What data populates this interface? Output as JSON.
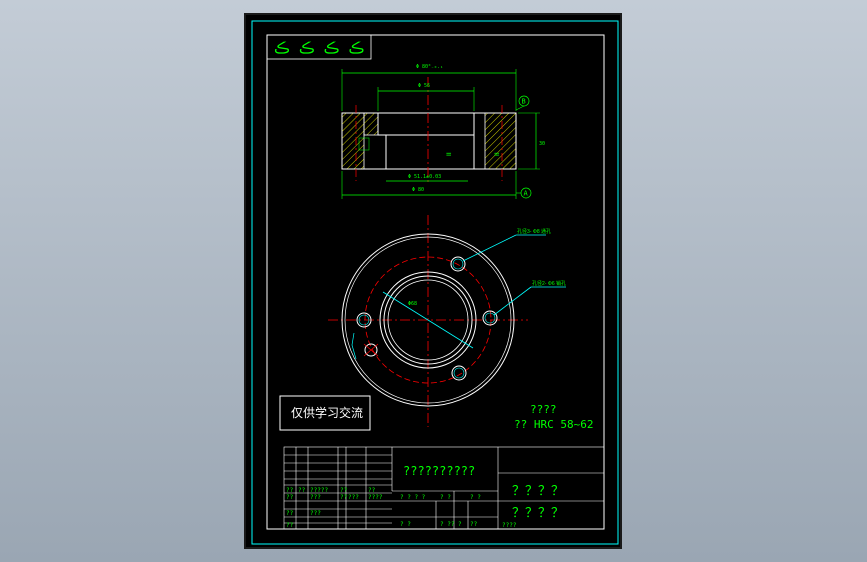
{
  "drawing": {
    "top_left_marks": "ڪ ڪ ڪ ڪ",
    "dim_top_overall": "Φ 80⁰₋₀.₁",
    "dim_bore": "Φ 56",
    "dim_inner_lower": "Φ 51.1±0.03",
    "dim_bottom_overall": "Φ 80",
    "dim_height": "30",
    "datum_b": "B",
    "datum_a": "A",
    "callout_hole_1": "孔径3- Φ8 通孔",
    "callout_hole_2": "孔径2- Φ6 销孔",
    "dim_radial": "Φ68",
    "watermark": "仅供学习交流",
    "note_title": "????",
    "note_body": "?? HRC 58~62",
    "title_block_name": "??????????",
    "title_block_right_1": "？？？？",
    "title_block_right_2": "？？？？",
    "small_cells": [
      "??",
      "??",
      "?????",
      "??",
      "??",
      "??",
      "???",
      "??",
      "???",
      "????",
      "? ? ? ?",
      "? ?",
      "? ?",
      "??",
      "???",
      "??",
      "? ?",
      "? ?? ?",
      "??",
      "????"
    ]
  },
  "colors": {
    "border": "#00ffff",
    "frame": "#ffffff",
    "centerline": "#ff0000",
    "dimension": "#00ff00",
    "hatch": "#ffff00",
    "hole": "#00ffff"
  }
}
